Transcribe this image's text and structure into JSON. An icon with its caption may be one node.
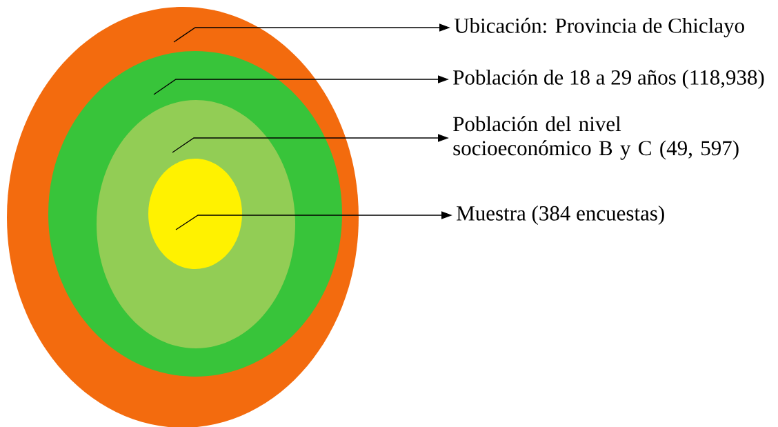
{
  "diagram": {
    "nodes": [
      {
        "text": [],
        "shape": "ellipse"
      },
      {
        "text": [],
        "shape": "ellipse",
        "in": 0
      },
      {
        "text": [],
        "shape": "ellipse",
        "in": 1
      },
      {
        "text": [],
        "shape": "ellipse",
        "in": 2
      },
      {
        "text": [
          "Ubicación: Provincia de Chiclayo"
        ]
      },
      {
        "text": [
          "Población de 18 a 29 años (118,938)"
        ]
      },
      {
        "text": [
          "Población del nivel socioeconómico B y C (49, 597)"
        ]
      },
      {
        "text": [
          "Muestra (384 encuestas)"
        ]
      }
    ],
    "edges": [
      {
        "from": 0,
        "to": 4,
        "arrow": "to"
      },
      {
        "from": 1,
        "to": 5,
        "arrow": "to"
      },
      {
        "from": 2,
        "to": 6,
        "arrow": "to"
      },
      {
        "from": 3,
        "to": 7,
        "arrow": "to"
      }
    ]
  }
}
